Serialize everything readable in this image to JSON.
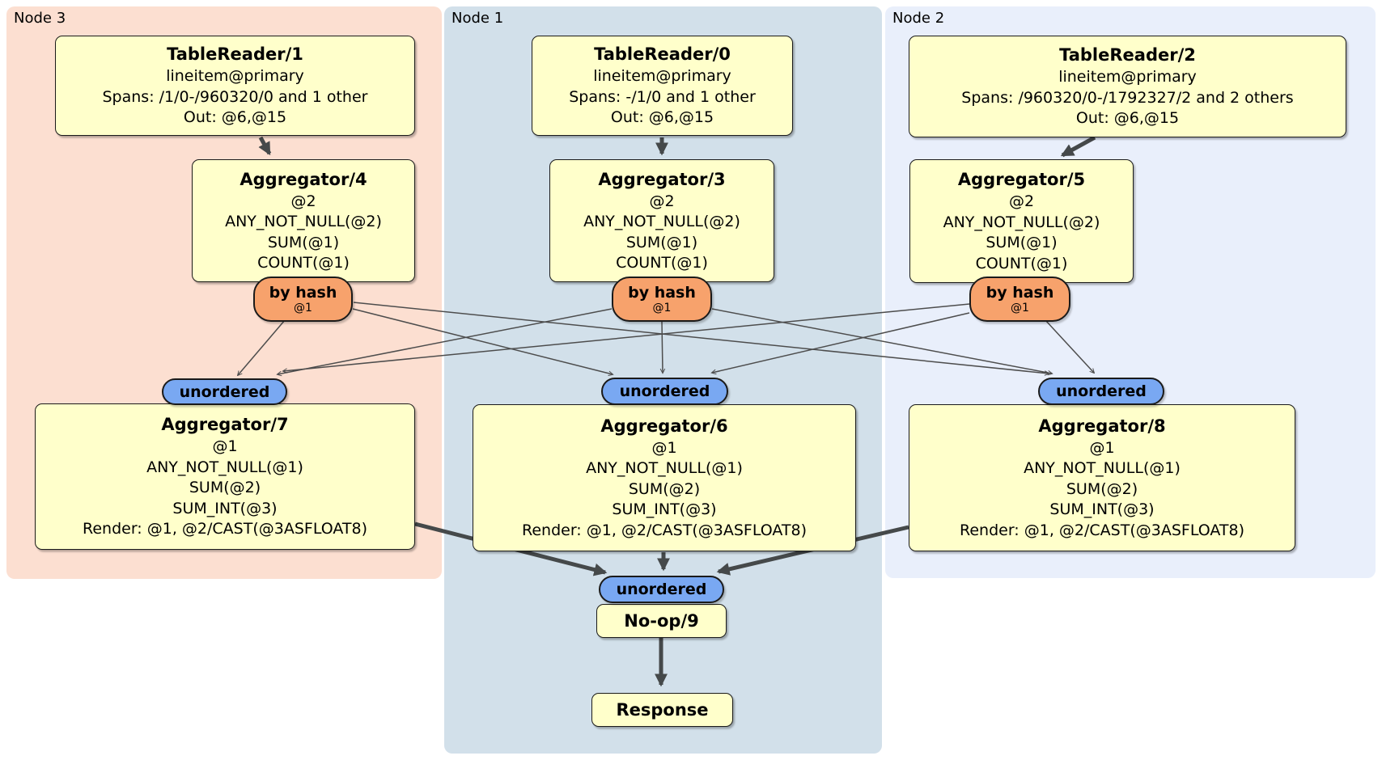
{
  "regions": [
    {
      "label": "Node 3"
    },
    {
      "label": "Node 1"
    },
    {
      "label": "Node 2"
    }
  ],
  "processors": {
    "tr1": {
      "title": "TableReader/1",
      "lines": [
        "lineitem@primary",
        "Spans: /1/0-/960320/0 and 1 other",
        "Out: @6,@15"
      ]
    },
    "tr0": {
      "title": "TableReader/0",
      "lines": [
        "lineitem@primary",
        "Spans: -/1/0 and 1 other",
        "Out: @6,@15"
      ]
    },
    "tr2": {
      "title": "TableReader/2",
      "lines": [
        "lineitem@primary",
        "Spans: /960320/0-/1792327/2 and 2 others",
        "Out: @6,@15"
      ]
    },
    "agg4": {
      "title": "Aggregator/4",
      "lines": [
        "@2",
        "ANY_NOT_NULL(@2)",
        "SUM(@1)",
        "COUNT(@1)"
      ]
    },
    "agg3": {
      "title": "Aggregator/3",
      "lines": [
        "@2",
        "ANY_NOT_NULL(@2)",
        "SUM(@1)",
        "COUNT(@1)"
      ]
    },
    "agg5": {
      "title": "Aggregator/5",
      "lines": [
        "@2",
        "ANY_NOT_NULL(@2)",
        "SUM(@1)",
        "COUNT(@1)"
      ]
    },
    "agg7": {
      "title": "Aggregator/7",
      "lines": [
        "@1",
        "ANY_NOT_NULL(@1)",
        "SUM(@2)",
        "SUM_INT(@3)",
        "Render: @1, @2/CAST(@3ASFLOAT8)"
      ]
    },
    "agg6": {
      "title": "Aggregator/6",
      "lines": [
        "@1",
        "ANY_NOT_NULL(@1)",
        "SUM(@2)",
        "SUM_INT(@3)",
        "Render: @1, @2/CAST(@3ASFLOAT8)"
      ]
    },
    "agg8": {
      "title": "Aggregator/8",
      "lines": [
        "@1",
        "ANY_NOT_NULL(@1)",
        "SUM(@2)",
        "SUM_INT(@3)",
        "Render: @1, @2/CAST(@3ASFLOAT8)"
      ]
    },
    "noop9": {
      "title": "No-op/9"
    },
    "response": {
      "title": "Response"
    }
  },
  "routers": {
    "by_hash": {
      "label": "by hash",
      "key": "@1"
    },
    "unordered": {
      "label": "unordered"
    }
  },
  "colors": {
    "node3_bg": "#fcdfd1",
    "node1_bg": "#d2e0ea",
    "node2_bg": "#e9effb",
    "processor_bg": "#ffffcb",
    "hash_router_bg": "#f7a26c",
    "unordered_router_bg": "#79a8f2",
    "edge_thin": "#4d4d4d",
    "edge_thick": "#45494a"
  }
}
